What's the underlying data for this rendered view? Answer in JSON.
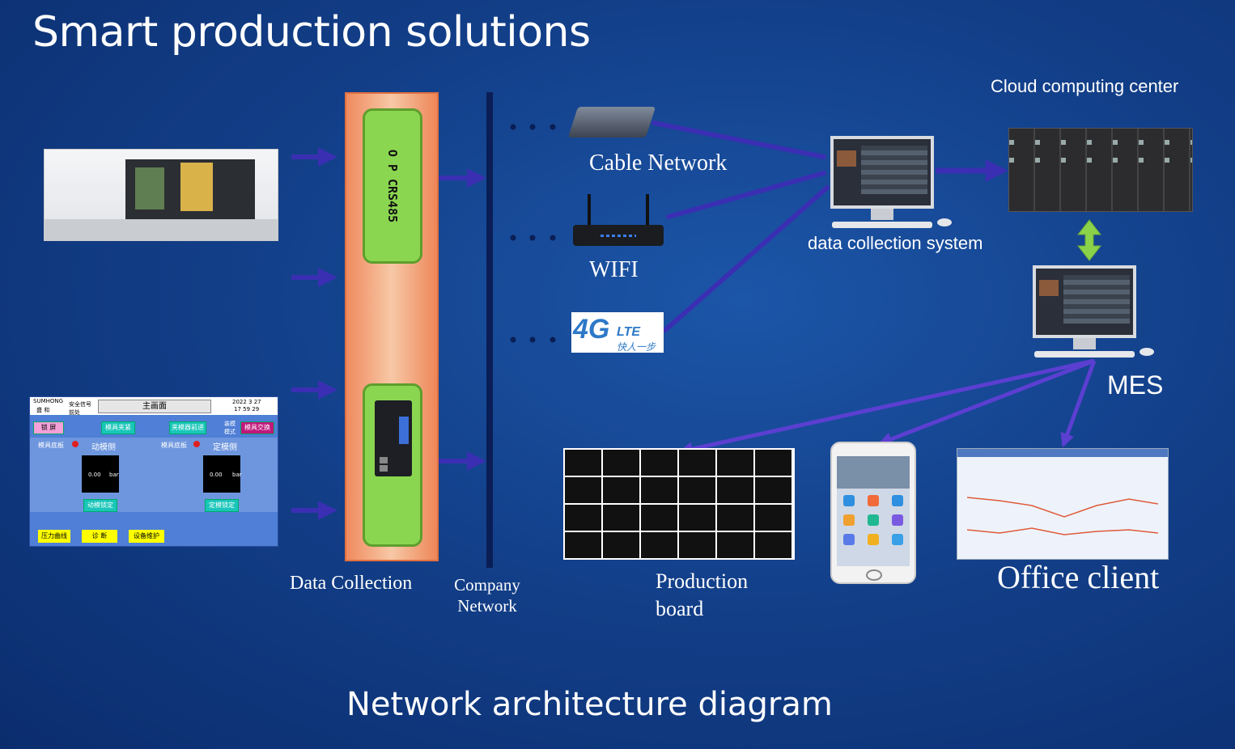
{
  "page": {
    "title": "Smart production solutions",
    "subtitle": "Network architecture diagram"
  },
  "collector": {
    "rs485_label": "O P CRS485",
    "data_collection_label": "Data Collection"
  },
  "company_network": {
    "line1": "Company",
    "line2": "Network"
  },
  "networks": {
    "cable": "Cable Network",
    "wifi": "WIFI",
    "lte_main": "4G",
    "lte_sub": "LTE",
    "lte_slogan": "快人一步"
  },
  "systems": {
    "cloud": "Cloud computing center",
    "data_collection": "data collection system",
    "mes": "MES"
  },
  "clients": {
    "production_line1": "Production",
    "production_line2": "board",
    "office": "Office client"
  },
  "hmi": {
    "brand": "SUMHONG",
    "brand_sub": "盛 和",
    "safety": "安全信号 前处",
    "main": "主画面",
    "date": "2022 3 27",
    "time": "17 59 29",
    "btn_lock": "锁 屏",
    "btn_mold_clamp": "模具夹紧",
    "btn_clamp_forward": "夹模器前进",
    "btn_mode": "装模 模式",
    "btn_mold_change": "模具交换",
    "moving_side": "动模侧",
    "fixed_side": "定模侧",
    "mold_plate": "模具底板",
    "val_left": "0.00",
    "val_right": "0.00",
    "unit": "bar",
    "moving_lock": "动模锁定",
    "fixed_lock": "定模锁定",
    "btn_pressure": "压力曲线",
    "btn_diag": "诊 断",
    "btn_maint": "设备维护"
  },
  "colors": {
    "link": "#3a2fb3",
    "mes_link": "#5b3fd1",
    "green_box": "#8bd650",
    "collector": "#f08a5e",
    "sync_arrow": "#8ad24a"
  }
}
